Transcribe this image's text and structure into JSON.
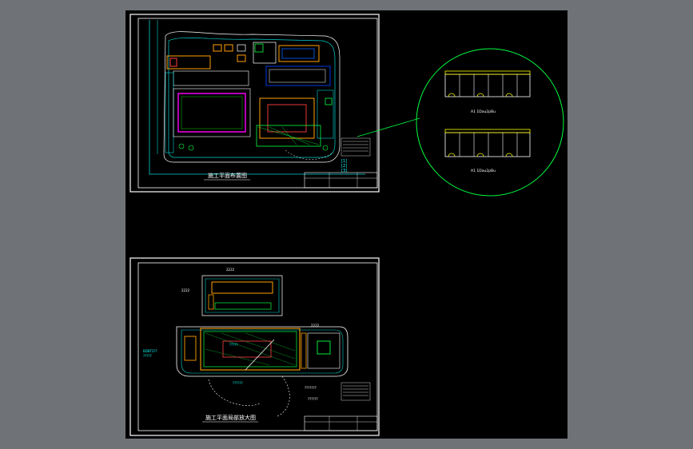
{
  "sheet_top": {
    "title": "施工平面布置图",
    "legend_codes": [
      "[1]",
      "[2]",
      "[3]"
    ]
  },
  "sheet_bottom": {
    "title": "施工平面局部放大图",
    "labels": [
      "2222",
      "2222",
      "?????",
      "??????",
      "2222",
      "BDBT2??",
      "?????",
      "???????"
    ],
    "callout_text": "??????"
  },
  "detail": {
    "upper_label": "A1 1Dau2pBu",
    "lower_label": "A1 1Dau2pBu"
  },
  "colors": {
    "background": "#000000",
    "frame": "#ffffff",
    "accent": "#00ff40",
    "boundary": "#ff00ff"
  }
}
